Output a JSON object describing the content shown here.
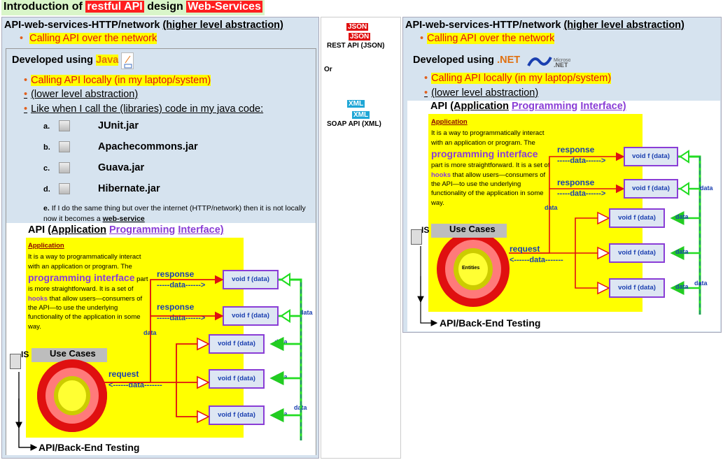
{
  "title": {
    "part1": "Introduction of",
    "part2": "restful API",
    "part3": "design",
    "part4": "Web-Services"
  },
  "left": {
    "header": "API-web-services-HTTP/network",
    "header_paren": "(higher level abstraction)",
    "bullet_calling": "Calling API over the network",
    "developed": "Developed using",
    "lang": "Java",
    "b1": "Calling API locally (in my laptop/system)",
    "b2": "(lower level abstraction)",
    "b3": "Like when I call the (libraries) code in my java code:",
    "jars": [
      {
        "letter": "a.",
        "name": "JUnit.jar"
      },
      {
        "letter": "b.",
        "name": "Apachecommons.jar"
      },
      {
        "letter": "c.",
        "name": "Guava.jar"
      },
      {
        "letter": "d.",
        "name": "Hibernate.jar"
      }
    ],
    "note_e": "e.",
    "note_text": "If I do the same thing but over the internet (HTTP/network) then it is not locally now it becomes a",
    "note_link": "web-service",
    "testing": "API/Back-End Testing"
  },
  "right": {
    "header": "API-web-services-HTTP/network",
    "header_paren": "(higher level abstraction)",
    "bullet_calling": "Calling API over the network",
    "developed": "Developed using",
    "lang": ".NET",
    "b1": "Calling API locally (in my laptop/system)",
    "b2": "(lower level abstraction)",
    "testing": "API/Back-End Testing"
  },
  "api": {
    "title_api": "API",
    "title_app": "(Application",
    "title_prog": "Programming",
    "title_int": "Interface)",
    "app_label": "Application",
    "text1": "It is a way to programmatically interact with an application or program. The",
    "big": "programming interface",
    "text2": "part is more straightforward. It is a set of",
    "hooks": "hooks",
    "text3": "that allow users—consumers of the API—to use the underlying functionality of the application in some way.",
    "response": "response",
    "data_arrow": "-----data------>",
    "request": "request",
    "data_back": "<------data-------",
    "data": "data",
    "func": "void f (data)",
    "use_cases": "Use Cases",
    "is": "IS",
    "entities": "Entities"
  },
  "middle": {
    "json": "JSON",
    "rest": "REST API (JSON)",
    "or": "Or",
    "xml": "XML",
    "soap": "SOAP API (XML)"
  },
  "colors": {
    "red": "#ff1e1e",
    "yellow": "#ffff00",
    "panel": "#d6e3ef",
    "purple": "#8a3dd6",
    "green": "#22dd22"
  }
}
